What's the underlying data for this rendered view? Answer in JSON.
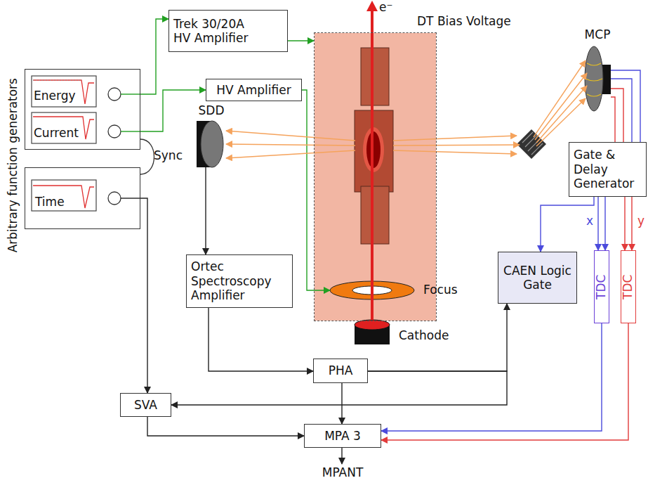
{
  "diagram": {
    "nodes": [
      {
        "text": [
          "Energy",
          "Current"
        ]
      },
      {
        "text": [
          "Time"
        ]
      },
      {
        "text": [
          "Trek 30/20A HV Amplifier"
        ]
      },
      {
        "text": [
          "HV Amplifier"
        ]
      },
      {
        "text": [
          "SDD"
        ]
      },
      {
        "text": [
          "DT Bias Voltage"
        ]
      },
      {
        "text": [
          "Ortec Spectroscopy Amplifier"
        ]
      },
      {
        "text": [
          "Focus"
        ]
      },
      {
        "text": [
          "Cathode"
        ]
      },
      {
        "text": [
          "MCP"
        ]
      },
      {
        "text": [
          "Gate & Delay Generator"
        ]
      },
      {
        "text": [
          "CAEN Logic Gate"
        ]
      },
      {
        "text": [
          "TDC"
        ]
      },
      {
        "text": [
          "TDC"
        ]
      },
      {
        "text": [
          "PHA"
        ]
      },
      {
        "text": [
          "SVA"
        ]
      },
      {
        "text": [
          "MPA 3"
        ]
      },
      {
        "text": [
          "MPANT"
        ]
      }
    ],
    "edges": [
      {
        "from": 0,
        "to": 2,
        "arrow": "to"
      },
      {
        "from": 0,
        "to": 3,
        "arrow": "to"
      },
      {
        "from": 1,
        "to": 15,
        "arrow": "to"
      },
      {
        "from": 2,
        "to": 5,
        "arrow": "to"
      },
      {
        "from": 3,
        "to": 7,
        "arrow": "to"
      },
      {
        "from": 5,
        "to": 4,
        "arrow": "to"
      },
      {
        "from": 5,
        "to": 9,
        "arrow": "to"
      },
      {
        "from": 9,
        "to": 10,
        "arrow": "none"
      },
      {
        "from": 9,
        "to": 10,
        "arrow": "none"
      },
      {
        "from": 10,
        "to": 11,
        "arrow": "to"
      },
      {
        "from": 10,
        "to": 12,
        "label": "x",
        "arrow": "to"
      },
      {
        "from": 10,
        "to": 13,
        "label": "y",
        "arrow": "to"
      },
      {
        "from": 4,
        "to": 6,
        "arrow": "to"
      },
      {
        "from": 6,
        "to": 14,
        "arrow": "to"
      },
      {
        "from": 14,
        "to": 11,
        "arrow": "to"
      },
      {
        "from": 14,
        "to": 15,
        "arrow": "to"
      },
      {
        "from": 14,
        "to": 16,
        "arrow": "to"
      },
      {
        "from": 15,
        "to": 16,
        "arrow": "to"
      },
      {
        "from": 12,
        "to": 16,
        "arrow": "to"
      },
      {
        "from": 13,
        "to": 16,
        "arrow": "to"
      },
      {
        "from": 16,
        "to": 17,
        "arrow": "to"
      }
    ],
    "labels": [
      "Arbitrary function generators",
      "Sync",
      "e⁻"
    ]
  }
}
